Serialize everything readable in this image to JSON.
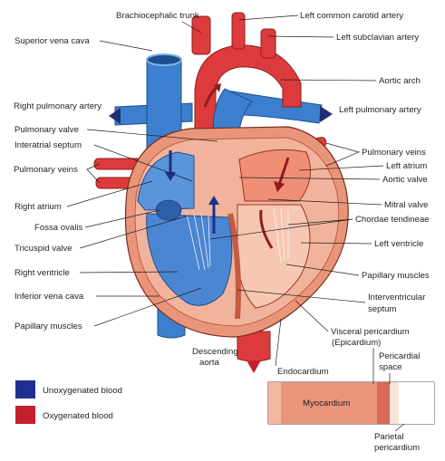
{
  "colors": {
    "unoxygenated": "#1f2f8f",
    "oxygenated": "#c4202f",
    "vessel_blue": "#3d7fcf",
    "vessel_red": "#dd3b3b",
    "muscle": "#e9957a",
    "chamber_light": "#f6c8b3",
    "leader": "#231f20"
  },
  "labels": {
    "brachiocephalic_trunk": "Brachiocephalic trunk",
    "left_common_carotid_artery": "Left common carotid artery",
    "superior_vena_cava": "Superior vena cava",
    "left_subclavian_artery": "Left subclavian artery",
    "aortic_arch": "Aortic arch",
    "right_pulmonary_artery": "Right pulmonary artery",
    "left_pulmonary_artery": "Left pulmonary artery",
    "pulmonary_valve": "Pulmonary valve",
    "interatrial_septum": "Interatrial septum",
    "pulmonary_veins_right": "Pulmonary veins",
    "pulmonary_veins_left": "Pulmonary veins",
    "left_atrium": "Left atrium",
    "aortic_valve": "Aortic valve",
    "right_atrium": "Right atrium",
    "mitral_valve": "Mitral valve",
    "chordae_tendineae": "Chordae tendineae",
    "fossa_ovalis": "Fossa ovalis",
    "left_ventricle": "Left ventricle",
    "tricuspid_valve": "Tricuspid valve",
    "right_ventricle": "Right ventricle",
    "papillary_muscles_left": "Papillary muscles",
    "inferior_vena_cava": "Inferior vena cava",
    "interventricular_septum_1": "Interventricular",
    "interventricular_septum_2": "septum",
    "papillary_muscles_right": "Papillary muscles",
    "visceral_pericardium_1": "Visceral pericardium",
    "visceral_pericardium_2": "(Epicardium)",
    "descending_aorta_1": "Descending",
    "descending_aorta_2": "aorta",
    "endocardium": "Endocardium",
    "pericardial_space_1": "Pericardial",
    "pericardial_space_2": "space",
    "myocardium": "Myocardium",
    "parietal_pericardium_1": "Parietal",
    "parietal_pericardium_2": "pericardium"
  },
  "legend": {
    "unoxygenated": "Unoxygenated blood",
    "oxygenated": "Oxygenated blood"
  }
}
